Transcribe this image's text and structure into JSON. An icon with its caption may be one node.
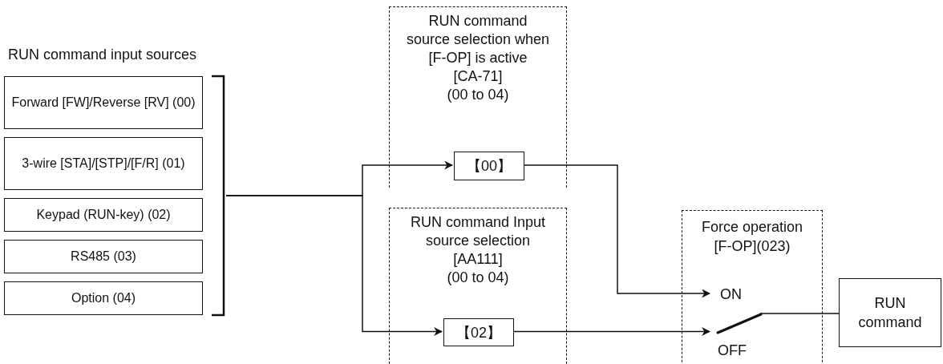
{
  "diagram": {
    "nodes": [
      {
        "text": [
          "Forward [FW]/Reverse [RV] (00)"
        ]
      },
      {
        "text": [
          "3-wire [STA]/[STP]/[F/R] (01)"
        ]
      },
      {
        "text": [
          "Keypad (RUN-key) (02)"
        ]
      },
      {
        "text": [
          "RS485 (03)"
        ]
      },
      {
        "text": [
          "Option (04)"
        ]
      },
      {
        "text": [],
        "shape": "bar"
      },
      {
        "text": [
          "RUN command source selection when [F-OP] is active",
          "[CA-71]",
          "(00 to 04)"
        ]
      },
      {
        "text": [
          "【00】"
        ],
        "in": 6
      },
      {
        "text": [
          "RUN command Input source selection",
          "[AA111]",
          "(00 to 04)"
        ]
      },
      {
        "text": [
          "【02】"
        ],
        "in": 8
      },
      {
        "text": [
          "Force operation",
          "[F-OP](023)",
          "OFF"
        ]
      },
      {
        "text": [
          "ON"
        ],
        "in": 10
      },
      {
        "text": [],
        "shape": "picture",
        "in": 10
      },
      {
        "text": [
          "RUN command"
        ]
      }
    ],
    "edges": [
      {
        "from": 5,
        "to": 7,
        "arrow": "to"
      },
      {
        "from": 5,
        "to": 9,
        "arrow": "to"
      },
      {
        "from": 7,
        "to": 11,
        "arrow": "to"
      },
      {
        "from": 9,
        "to": 12,
        "arrow": "to"
      },
      {
        "from": 12,
        "to": 13,
        "arrow": "none"
      }
    ],
    "labels": [
      "RUN command input sources"
    ]
  }
}
